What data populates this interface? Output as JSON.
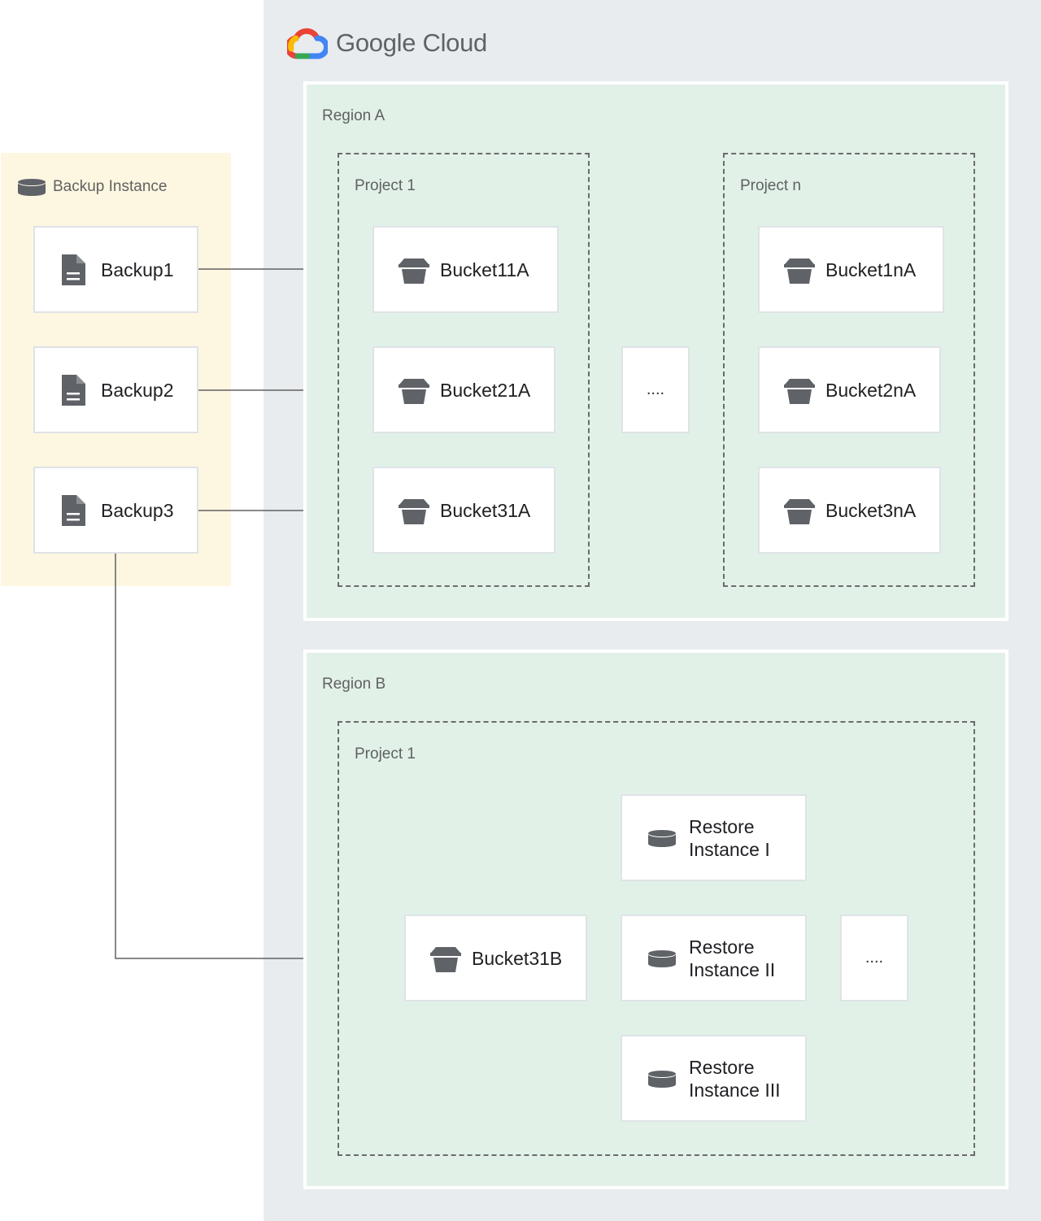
{
  "brand": {
    "name": "Google Cloud"
  },
  "backup_instance": {
    "label": "Backup Instance",
    "backups": [
      "Backup1",
      "Backup2",
      "Backup3"
    ]
  },
  "region_a": {
    "label": "Region A",
    "project_1": {
      "label": "Project 1",
      "buckets": [
        "Bucket11A",
        "Bucket21A",
        "Bucket31A"
      ]
    },
    "ellipsis": "....",
    "project_n": {
      "label": "Project n",
      "buckets": [
        "Bucket1nA",
        "Bucket2nA",
        "Bucket3nA"
      ]
    }
  },
  "region_b": {
    "label": "Region B",
    "project_1": {
      "label": "Project 1",
      "bucket": "Bucket31B",
      "restores": [
        {
          "line1": "Restore",
          "line2": "Instance I"
        },
        {
          "line1": "Restore",
          "line2": "Instance II"
        },
        {
          "line1": "Restore",
          "line2": "Instance III"
        }
      ],
      "ellipsis": "...."
    }
  },
  "colors": {
    "gcp_background": "#e8ecef",
    "backup_panel": "#fdf6e1",
    "region_fill": "#e1f1e8",
    "icon_gray": "#5f6368",
    "connector": "#616161"
  },
  "icons": {
    "backup_instance": "database-icon",
    "backup": "document-icon",
    "bucket": "storage-bucket-icon",
    "restore_instance": "database-icon",
    "brand": "google-cloud-logo-icon"
  }
}
